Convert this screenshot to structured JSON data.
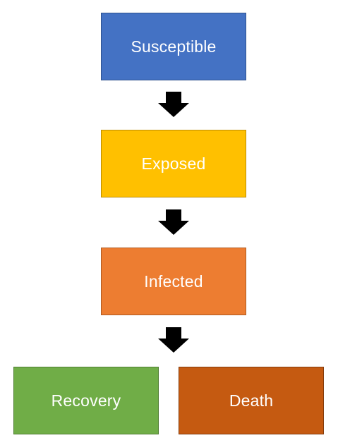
{
  "nodes": {
    "susceptible": {
      "label": "Susceptible",
      "fill": "#4472C4",
      "border": "#2F528F"
    },
    "exposed": {
      "label": "Exposed",
      "fill": "#FFC000",
      "border": "#BC8C00"
    },
    "infected": {
      "label": "Infected",
      "fill": "#ED7D31",
      "border": "#AE5A21"
    },
    "recovery": {
      "label": "Recovery",
      "fill": "#70AD47",
      "border": "#507E32"
    },
    "death": {
      "label": "Death",
      "fill": "#C55A11",
      "border": "#843C0C"
    }
  },
  "arrow_color": "#000000",
  "edges": [
    {
      "from": "susceptible",
      "to": "exposed"
    },
    {
      "from": "exposed",
      "to": "infected"
    },
    {
      "from": "infected",
      "to": [
        "recovery",
        "death"
      ]
    }
  ]
}
